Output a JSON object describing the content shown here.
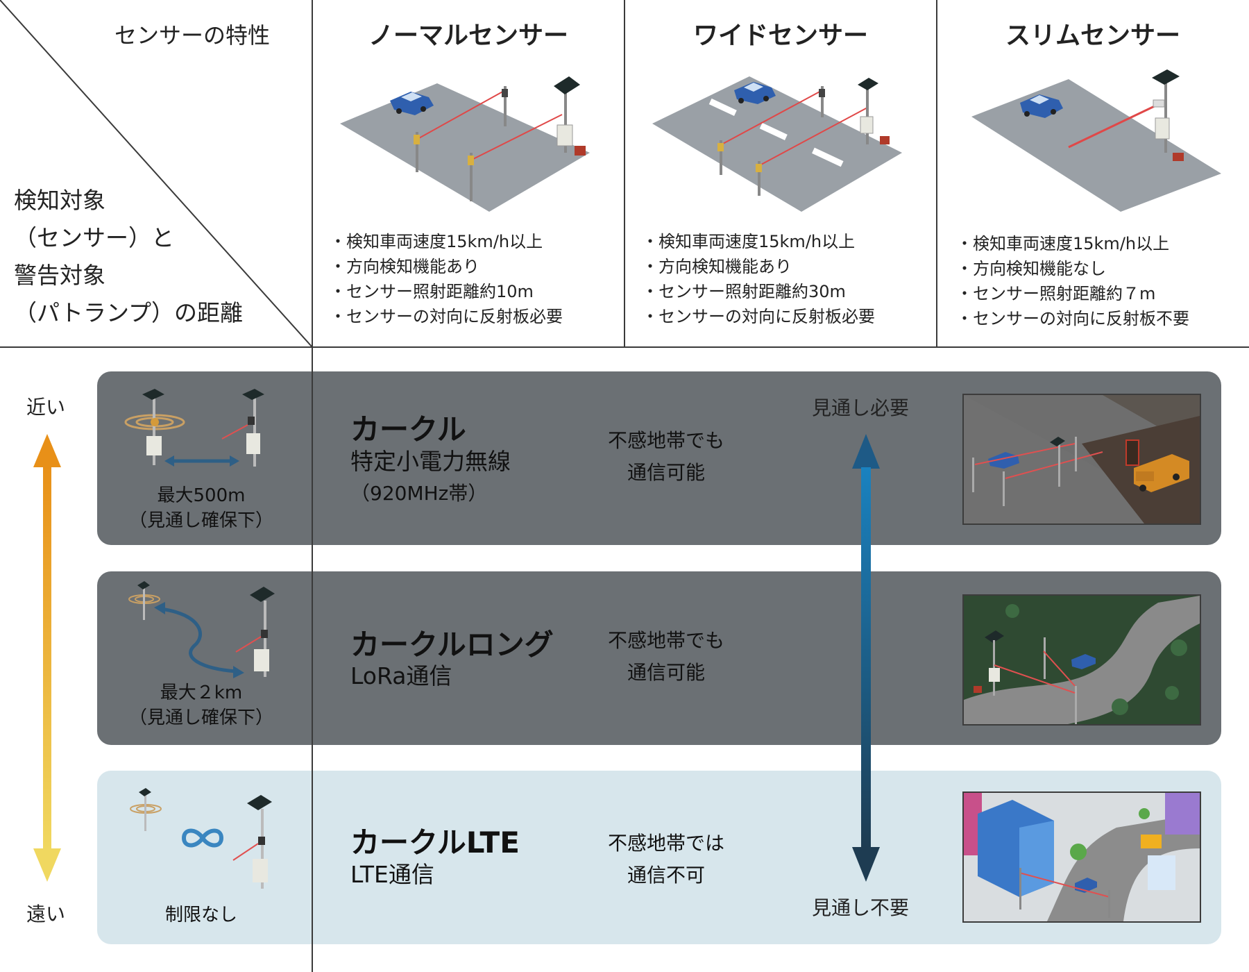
{
  "header": {
    "corner_top": "センサーの特性",
    "corner_left": [
      "検知対象",
      "（センサー）と",
      "警告対象",
      "（パトランプ）の距離"
    ]
  },
  "sensors": [
    {
      "title": "ノーマルセンサー",
      "bullets": [
        "検知車両速度15km/h以上",
        "方向検知機能あり",
        "センサー照射距離約10m",
        "センサーの対向に反射板必要"
      ]
    },
    {
      "title": "ワイドセンサー",
      "bullets": [
        "検知車両速度15km/h以上",
        "方向検知機能あり",
        "センサー照射距離約30m",
        "センサーの対向に反射板必要"
      ]
    },
    {
      "title": "スリムセンサー",
      "bullets": [
        "検知車両速度15km/h以上",
        "方向検知機能なし",
        "センサー照射距離約７m",
        "センサーの対向に反射板不要"
      ]
    }
  ],
  "axis": {
    "near": "近い",
    "far": "遠い"
  },
  "line_of_sight": {
    "top": "見通し必要",
    "bottom": "見通し不要"
  },
  "products": [
    {
      "name": "カークル",
      "sub": [
        "特定小電力無線",
        "（920MHz帯）"
      ],
      "comm": [
        "不感地帯でも",
        "通信可能"
      ],
      "range": [
        "最大500m",
        "（見通し確保下）"
      ]
    },
    {
      "name": "カークルロング",
      "sub": [
        "LoRa通信"
      ],
      "comm": [
        "不感地帯でも",
        "通信可能"
      ],
      "range": [
        "最大２km",
        "（見通し確保下）"
      ]
    },
    {
      "name": "カークルLTE",
      "sub": [
        "LTE通信"
      ],
      "comm": [
        "不感地帯では",
        "通信不可"
      ],
      "range": [
        "制限なし"
      ]
    }
  ],
  "colors": {
    "dark_band": "#6b7074",
    "light_band": "#d7e6ec",
    "axis_orange": "#e89018",
    "axis_yellow": "#f0d860",
    "los_arrow_top": "#1a82c0",
    "los_arrow_bottom": "#1e3c52",
    "laser": "#e03030"
  }
}
